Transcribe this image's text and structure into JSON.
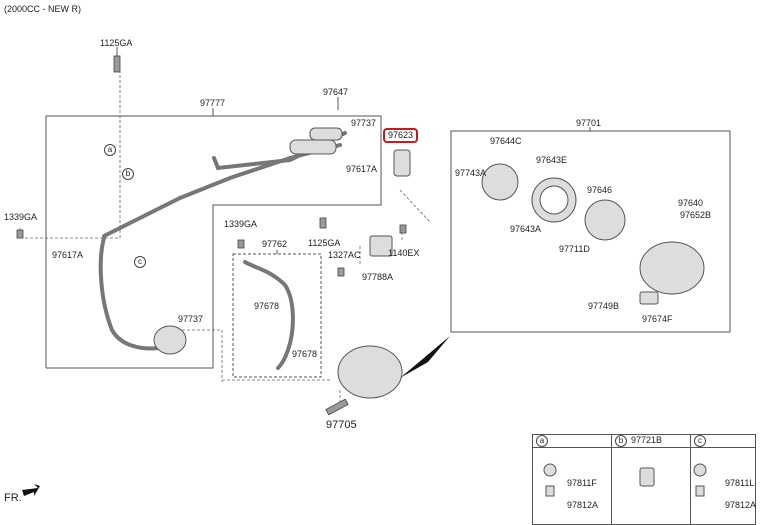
{
  "header": "(2000CC - NEW R)",
  "labels": {
    "p1125GA_top": "1125GA",
    "p97777": "97777",
    "p97647": "97647",
    "p97737_top": "97737",
    "p97623": "97623",
    "p97617A_right": "97617A",
    "p1339GA_left": "1339GA",
    "p97617A_left": "97617A",
    "p1339GA_mid": "1339GA",
    "p97762": "97762",
    "p1125GA_mid": "1125GA",
    "p1327AC": "1327AC",
    "p1140EX": "1140EX",
    "p97788A": "97788A",
    "p97678_a": "97678",
    "p97678_b": "97678",
    "p97737_bot": "97737",
    "p97705": "97705",
    "p97701": "97701",
    "p97644C": "97644C",
    "p97743A": "97743A",
    "p97643E": "97643E",
    "p97646": "97646",
    "p97640": "97640",
    "p97652B": "97652B",
    "p97643A": "97643A",
    "p97711D": "97711D",
    "p97749B": "97749B",
    "p97674F": "97674F",
    "fr": "FR."
  },
  "callouts": {
    "a": "a",
    "b": "b",
    "c": "c"
  },
  "table": {
    "col_a": "a",
    "col_b": "b",
    "col_b_part": "97721B",
    "col_c": "c",
    "a_p1": "97811F",
    "a_p2": "97812A",
    "c_p1": "97811L",
    "c_p2": "97812A"
  }
}
